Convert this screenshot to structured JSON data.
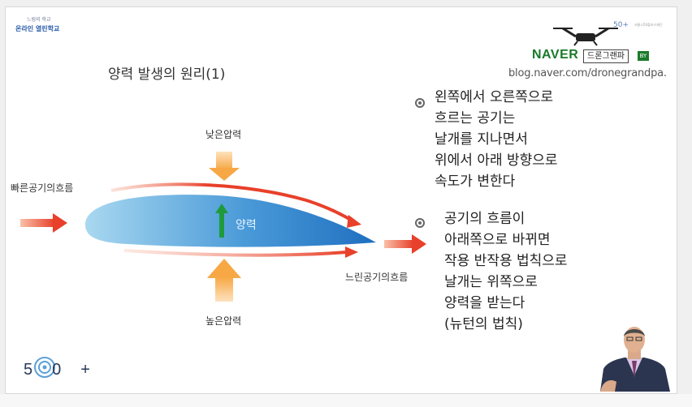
{
  "header": {
    "school_logo_line1": "느림의 학교",
    "school_logo_line2": "온라인 열린학교",
    "top_right_logo": "50+",
    "top_right_sub": "서울시50플러스재단"
  },
  "slide": {
    "title": "양력 발생의 원리(1)",
    "naver_logo": "NAVER",
    "naver_badge": "드론그랜파",
    "naver_badge2": "BY",
    "blog_url": "blog.naver.com/dronegrandpa.",
    "diagram": {
      "low_pressure": "낮은압력",
      "fast_airflow": "빠른공기의흐름",
      "lift": "양력",
      "slow_airflow": "느린공기의흐름",
      "high_pressure": "높은압력"
    },
    "bullets": [
      {
        "lines": [
          "왼쪽에서 오른쪽으로",
          "흐르는 공기는",
          "날개를 지나면서",
          "위에서 아래 방향으로",
          "속도가 변한다"
        ]
      },
      {
        "lines": [
          "공기의 흐름이",
          "아래쪽으로 바뀌면",
          "작용 반작용 법칙으로",
          "날개는 위쪽으로",
          "양력을 받는다",
          "(뉴턴의 법칙)"
        ]
      }
    ],
    "footer_brand": "50+"
  },
  "colors": {
    "airfoil_light": "#a9d8f0",
    "airfoil_dark": "#1f6fc0",
    "flow_red": "#e8402a",
    "pressure_orange": "#f7a845",
    "lift_green": "#1f9a3a",
    "naver_green": "#1a7a2a"
  }
}
